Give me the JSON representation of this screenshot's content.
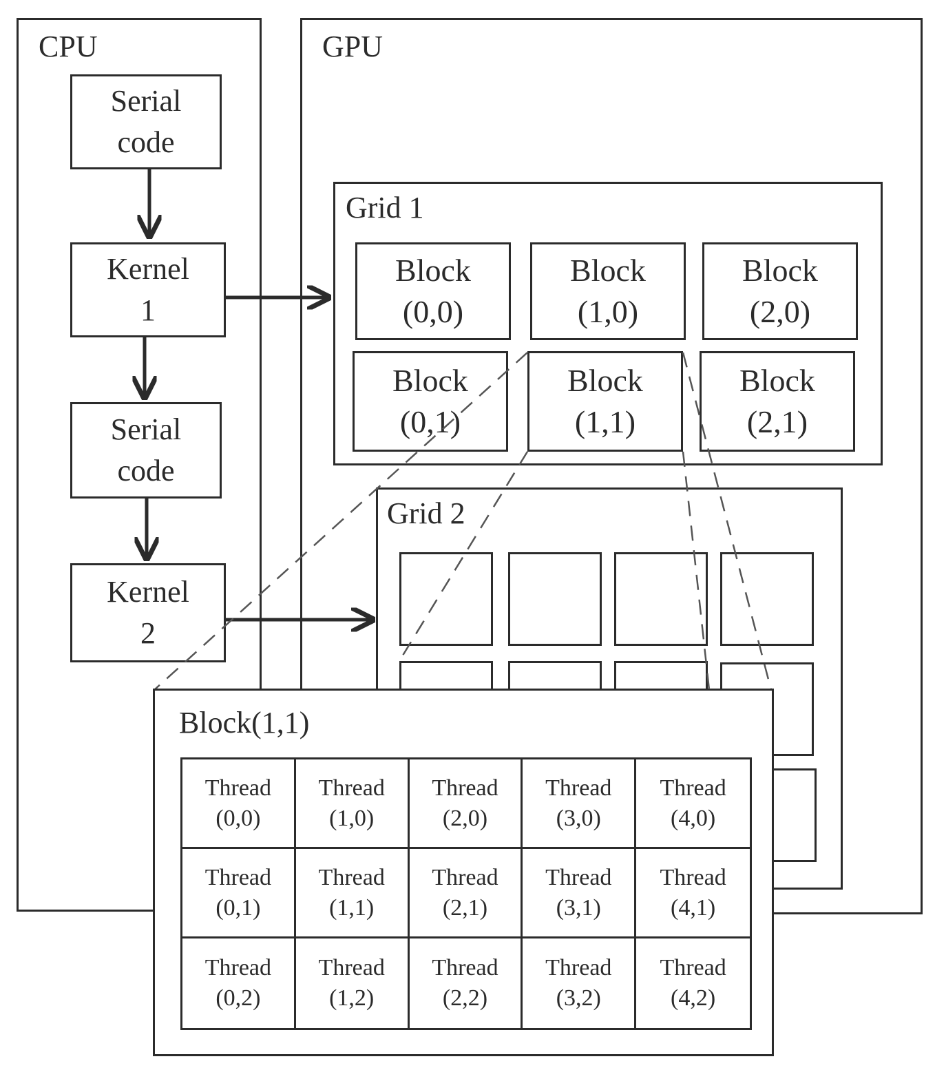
{
  "cpu": {
    "title": "CPU",
    "nodes": [
      {
        "line1": "Serial",
        "line2": "code"
      },
      {
        "line1": "Kernel",
        "line2": "1"
      },
      {
        "line1": "Serial",
        "line2": "code"
      },
      {
        "line1": "Kernel",
        "line2": "2"
      }
    ]
  },
  "gpu": {
    "title": "GPU"
  },
  "grid1": {
    "title": "Grid 1",
    "blocks": [
      {
        "name": "Block",
        "coord": "(0,0)"
      },
      {
        "name": "Block",
        "coord": "(1,0)"
      },
      {
        "name": "Block",
        "coord": "(2,0)"
      },
      {
        "name": "Block",
        "coord": "(0,1)"
      },
      {
        "name": "Block",
        "coord": "(1,1)"
      },
      {
        "name": "Block",
        "coord": "(2,1)"
      }
    ]
  },
  "grid2": {
    "title": "Grid 2"
  },
  "block_detail": {
    "title": "Block(1,1)",
    "threads": [
      {
        "name": "Thread",
        "coord": "(0,0)"
      },
      {
        "name": "Thread",
        "coord": "(1,0)"
      },
      {
        "name": "Thread",
        "coord": "(2,0)"
      },
      {
        "name": "Thread",
        "coord": "(3,0)"
      },
      {
        "name": "Thread",
        "coord": "(4,0)"
      },
      {
        "name": "Thread",
        "coord": "(0,1)"
      },
      {
        "name": "Thread",
        "coord": "(1,1)"
      },
      {
        "name": "Thread",
        "coord": "(2,1)"
      },
      {
        "name": "Thread",
        "coord": "(3,1)"
      },
      {
        "name": "Thread",
        "coord": "(4,1)"
      },
      {
        "name": "Thread",
        "coord": "(0,2)"
      },
      {
        "name": "Thread",
        "coord": "(1,2)"
      },
      {
        "name": "Thread",
        "coord": "(2,2)"
      },
      {
        "name": "Thread",
        "coord": "(3,2)"
      },
      {
        "name": "Thread",
        "coord": "(4,2)"
      }
    ]
  }
}
